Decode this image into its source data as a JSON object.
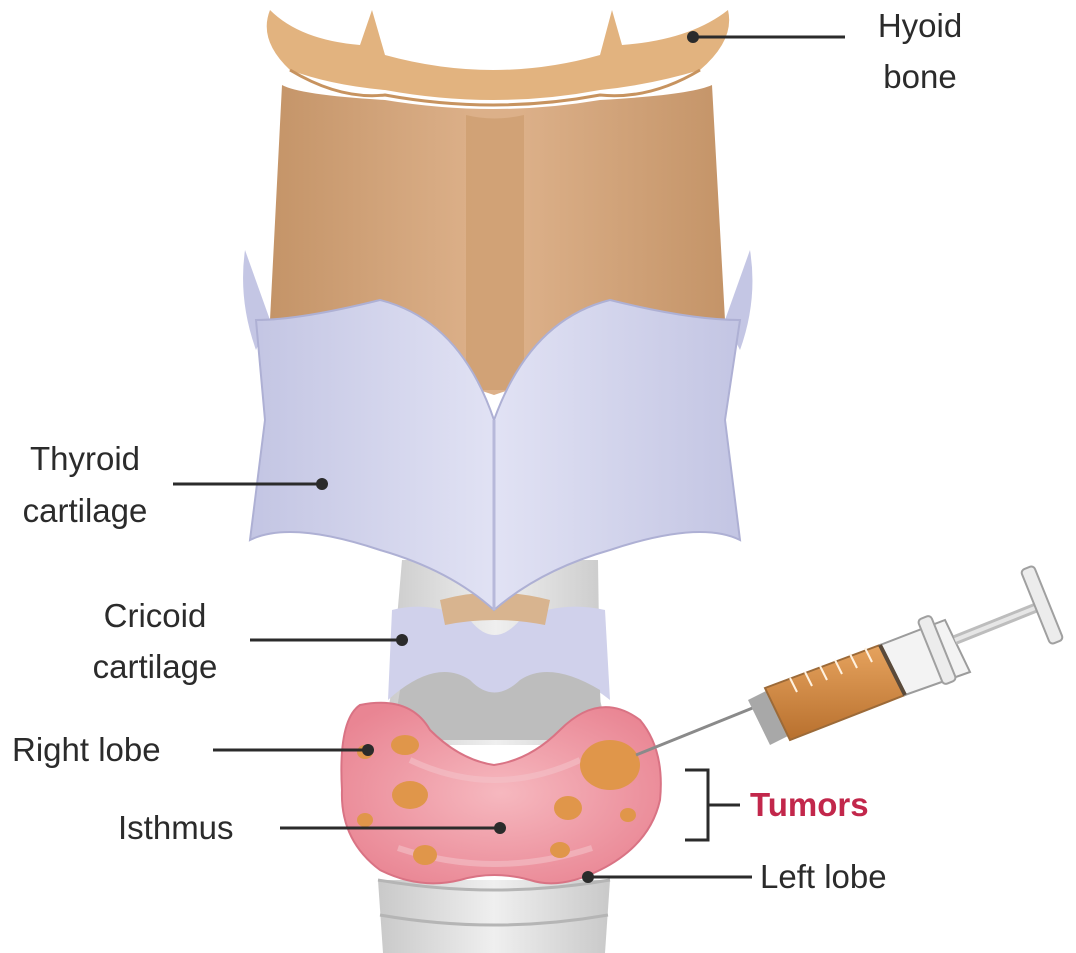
{
  "labels": {
    "hyoid_bone": [
      "Hyoid",
      "bone"
    ],
    "thyroid_cartilage": [
      "Thyroid",
      "cartilage"
    ],
    "cricoid_cartilage": [
      "Cricoid",
      "cartilage"
    ],
    "right_lobe": "Right lobe",
    "isthmus": "Isthmus",
    "tumors": "Tumors",
    "left_lobe": "Left lobe"
  },
  "colors": {
    "hyoid_and_larynx": "#d3a77d",
    "thyroid_cartilage": "#d6d8ef",
    "thyroid_gland": "#ef9aa5",
    "tumor": "#e0964a",
    "trachea": "#dcdcdc",
    "tumors_label": "#c2274b",
    "leader_line": "#2b2b2b"
  },
  "icons": [
    "syringe-icon"
  ]
}
